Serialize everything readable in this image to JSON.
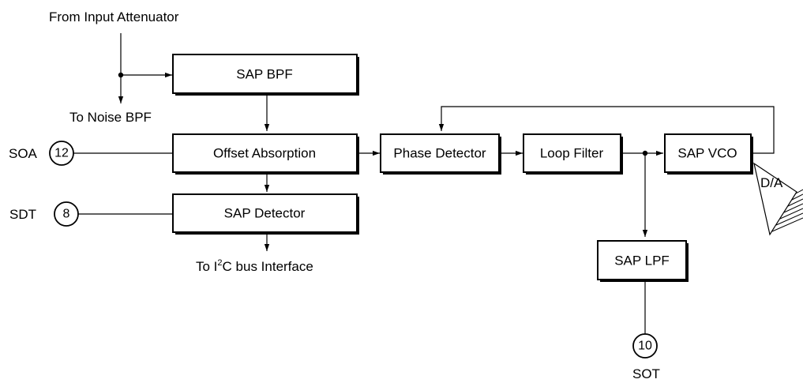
{
  "input_labels": {
    "from_input_attenuator": "From Input Attenuator",
    "to_noise_bpf": "To Noise BPF",
    "to_i2c_prefix": "To I",
    "to_i2c_superscript": "2",
    "to_i2c_suffix": "C bus Interface"
  },
  "blocks": {
    "sap_bpf": "SAP BPF",
    "offset_absorption": "Offset Absorption",
    "sap_detector": "SAP Detector",
    "phase_detector": "Phase Detector",
    "loop_filter": "Loop Filter",
    "sap_vco": "SAP VCO",
    "sap_lpf": "SAP LPF",
    "da_converter": "D/A"
  },
  "pins": {
    "soa": {
      "name": "SOA",
      "number": "12"
    },
    "sdt": {
      "name": "SDT",
      "number": "8"
    },
    "sot": {
      "name": "SOT",
      "number": "10"
    }
  }
}
